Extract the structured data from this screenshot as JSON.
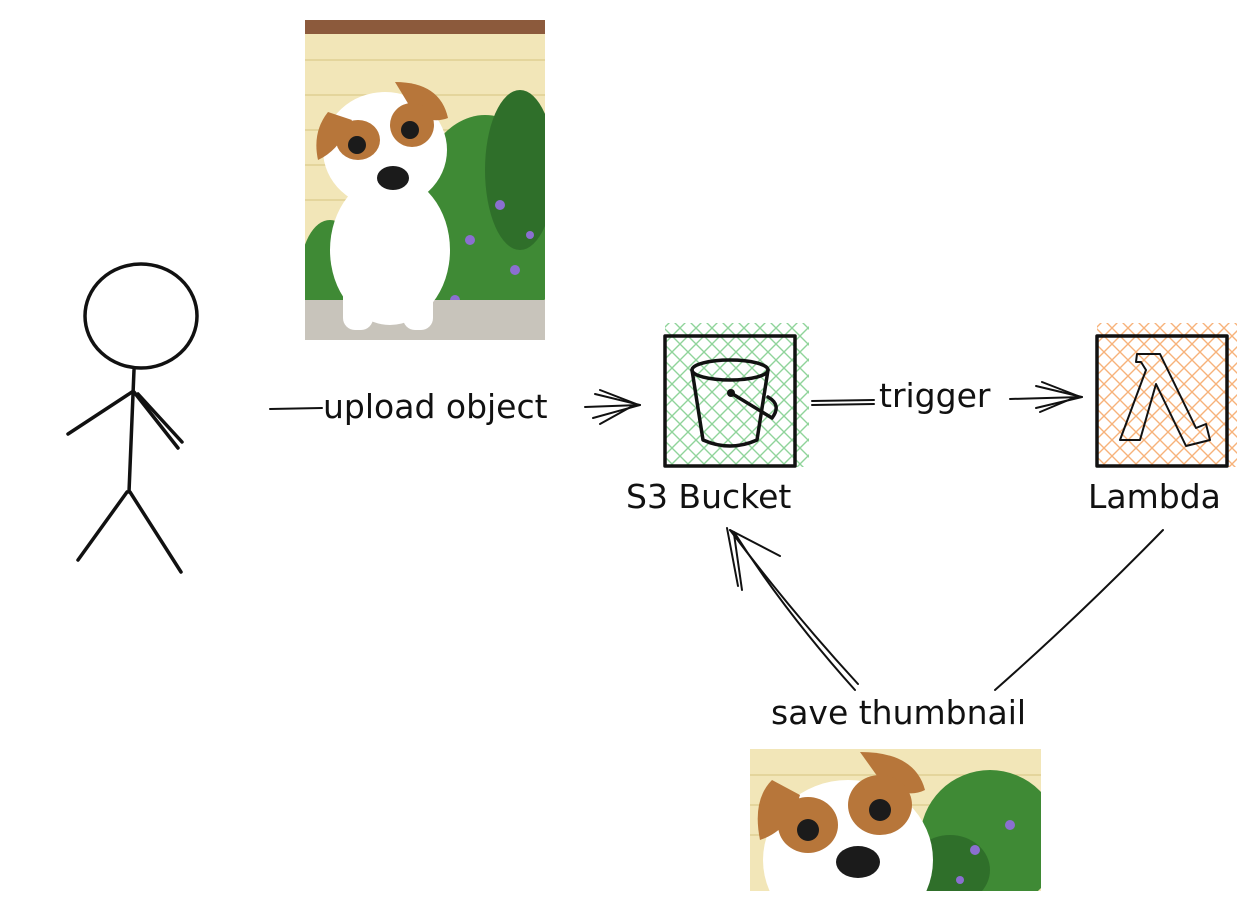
{
  "nodes": {
    "s3": {
      "label": "S3 Bucket",
      "icon": "bucket-icon",
      "hatch_color": "#8fd49a"
    },
    "lambda": {
      "label": "Lambda",
      "icon": "lambda-icon",
      "hatch_color": "#f7b27a"
    },
    "user": {
      "icon": "stick-figure-icon"
    }
  },
  "edges": {
    "upload": {
      "label": "upload object"
    },
    "trigger": {
      "label": "trigger"
    },
    "save": {
      "label": "save thumbnail"
    }
  },
  "images": {
    "original": {
      "name": "puppy-photo"
    },
    "thumbnail": {
      "name": "puppy-thumbnail"
    }
  },
  "colors": {
    "ink": "#111111",
    "wall": "#f2e6b8",
    "foliage": "#3f8a35",
    "fur_brown": "#b7763a"
  }
}
